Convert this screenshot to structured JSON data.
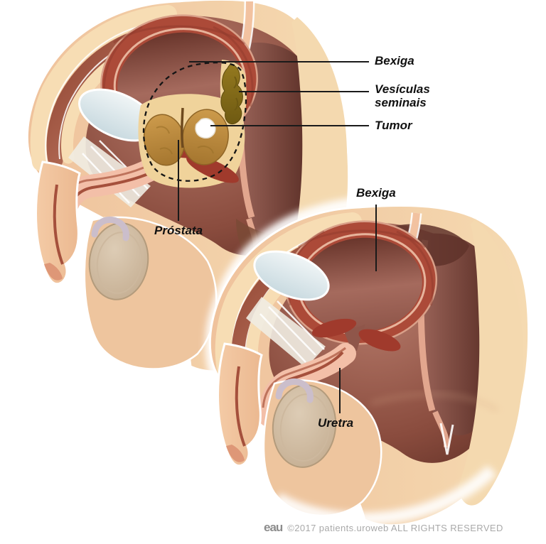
{
  "panels": {
    "before_surgery": {
      "labels": {
        "bexiga": "Bexiga",
        "vesiculas_seminais_line1": "Vesículas",
        "vesiculas_seminais_line2": "seminais",
        "tumor": "Tumor",
        "prostata": "Próstata"
      }
    },
    "after_surgery": {
      "labels": {
        "bexiga": "Bexiga",
        "uretra": "Uretra"
      }
    }
  },
  "footer": {
    "logo_text": "eau",
    "copyright_text": "©2017 patients.uroweb ALL RIGHTS RESERVED"
  },
  "colors": {
    "label_text": "#111111",
    "leader_line": "#1a1a1a",
    "footer_text": "#a9a9a9",
    "footer_logo": "#8c8c8c",
    "skin_peach": "#f0c49e",
    "fat_cream": "#f7ddb4",
    "muscle_red": "#a84e3a",
    "bladder_wall": "#ac4a38",
    "bladder_interior": "#9c6156",
    "prostate_gold": "#c08c3c",
    "seminal_vesicle_olive": "#8a701c",
    "tumor_white": "#ffffff",
    "pubic_bone_blue": "#dde9ee",
    "rectum_dark": "#54271f",
    "testicle_tan": "#cfbda6"
  }
}
